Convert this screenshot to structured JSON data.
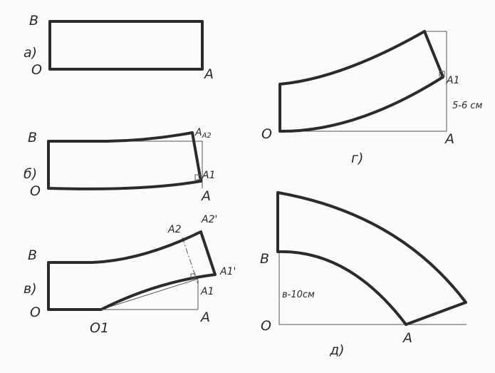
{
  "diagrams": {
    "a": {
      "caption": "а)",
      "B": "B",
      "O": "O",
      "A": "A"
    },
    "b": {
      "caption": "б)",
      "B": "B",
      "O": "O",
      "A": "A",
      "A1": "A1",
      "A2": "A2"
    },
    "v": {
      "caption": "в)",
      "B": "B",
      "O": "O",
      "A": "A",
      "A1": "A1",
      "A2": "A2",
      "A1p": "A1'",
      "A2p": "A2'",
      "O1": "O1"
    },
    "g": {
      "caption": "г)",
      "O": "O",
      "A": "A",
      "A1": "A1",
      "dimension": "5-6 см"
    },
    "d": {
      "caption": "д)",
      "B": "B",
      "O": "O",
      "A": "A",
      "dimension": "в-10см"
    }
  }
}
